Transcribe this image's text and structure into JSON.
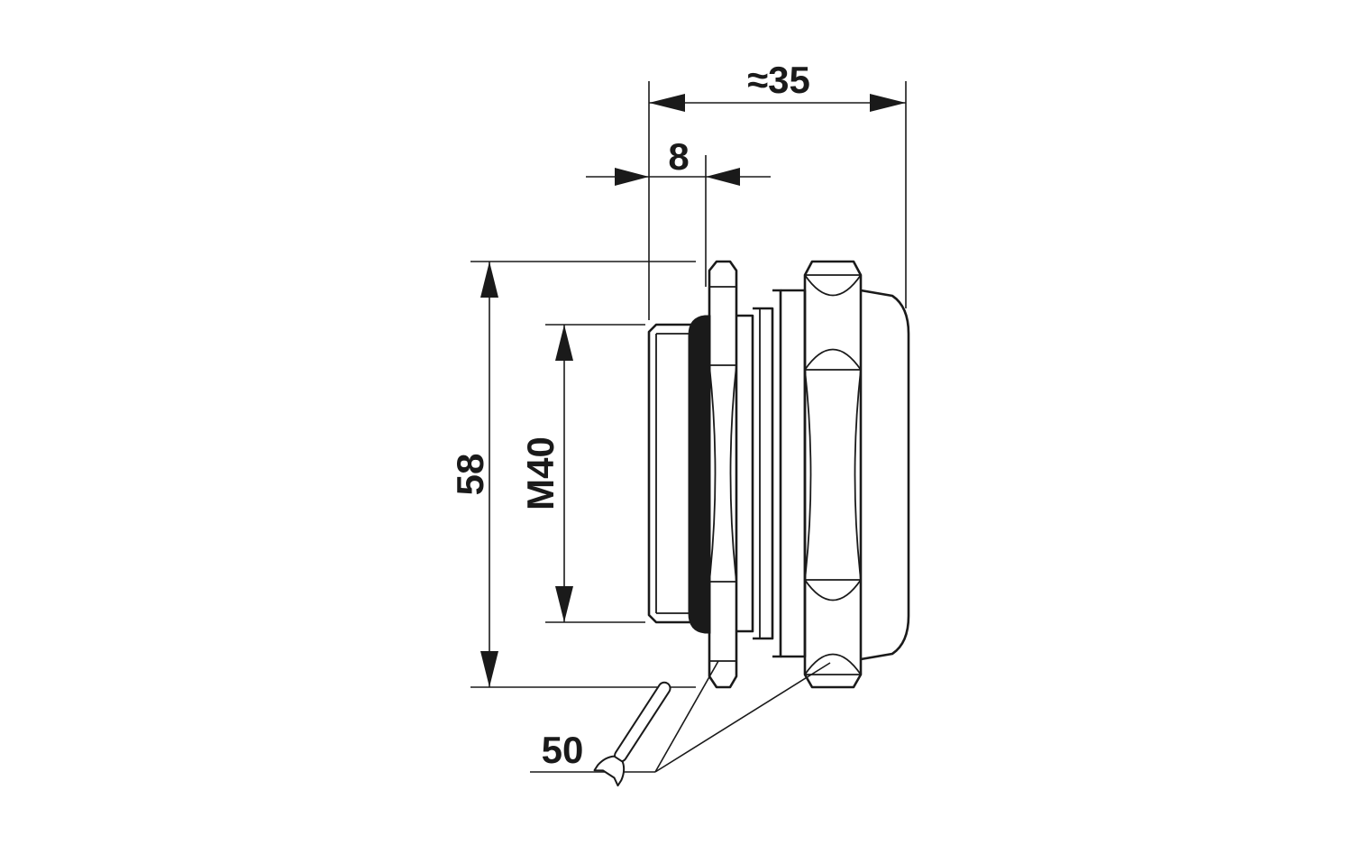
{
  "drawing": {
    "ink_color": "#1a1a1a",
    "background": "#ffffff"
  },
  "dimensions": {
    "overall_length": "≈35",
    "thread_length": "8",
    "flange_diameter": "58",
    "thread_size": "M40",
    "wrench_size": "50"
  },
  "icons": {
    "wrench": "wrench-icon"
  }
}
